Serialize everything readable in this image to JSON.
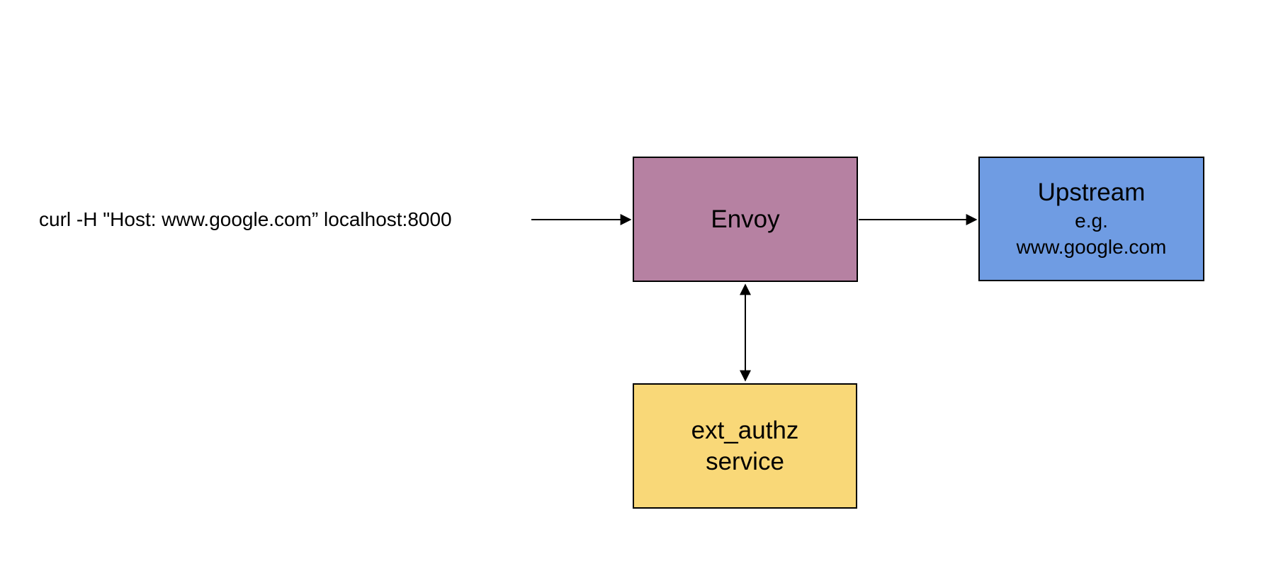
{
  "diagram": {
    "background": "#ffffff",
    "stroke_color": "#000000",
    "curl_command": "curl -H \"Host: www.google.com” localhost:8000",
    "nodes": {
      "envoy": {
        "label": "Envoy",
        "fill": "#b681a2"
      },
      "upstream": {
        "title": "Upstream",
        "sub1": "e.g.",
        "sub2": "www.google.com",
        "fill": "#6f9ce3"
      },
      "ext_authz": {
        "line1": "ext_authz",
        "line2": "service",
        "fill": "#f9d878"
      }
    },
    "edges": [
      {
        "from": "curl-command",
        "to": "envoy",
        "direction": "right"
      },
      {
        "from": "envoy",
        "to": "upstream",
        "direction": "right"
      },
      {
        "from": "envoy",
        "to": "ext_authz",
        "direction": "both"
      }
    ]
  }
}
